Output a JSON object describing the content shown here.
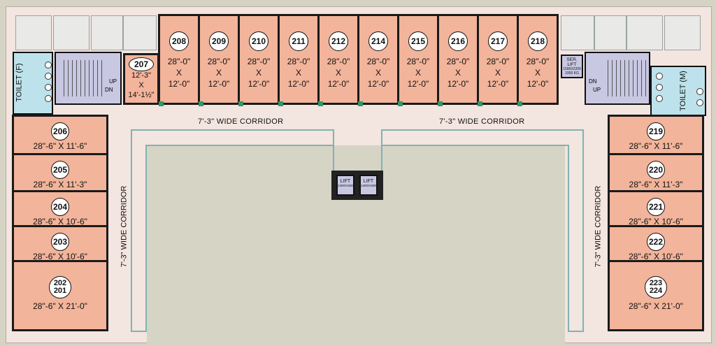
{
  "corridors": {
    "top_left": "7'-3\" WIDE CORRIDOR",
    "top_right": "7'-3\" WIDE CORRIDOR",
    "left": "7'-3\" WIDE CORRIDOR",
    "right": "7'-3\" WIDE CORRIDOR"
  },
  "top_rooms": [
    {
      "num": "208",
      "w": "28\"-0\"",
      "x": "X",
      "h": "12'-0\""
    },
    {
      "num": "209",
      "w": "28\"-0\"",
      "x": "X",
      "h": "12'-0\""
    },
    {
      "num": "210",
      "w": "28\"-0\"",
      "x": "X",
      "h": "12'-0\""
    },
    {
      "num": "211",
      "w": "28\"-0\"",
      "x": "X",
      "h": "12'-0\""
    },
    {
      "num": "212",
      "w": "28\"-0\"",
      "x": "X",
      "h": "12'-0\""
    },
    {
      "num": "214",
      "w": "28\"-0\"",
      "x": "X",
      "h": "12'-0\""
    },
    {
      "num": "215",
      "w": "28\"-0\"",
      "x": "X",
      "h": "12'-0\""
    },
    {
      "num": "216",
      "w": "28\"-0\"",
      "x": "X",
      "h": "12'-0\""
    },
    {
      "num": "217",
      "w": "28\"-0\"",
      "x": "X",
      "h": "12'-0\""
    },
    {
      "num": "218",
      "w": "28\"-0\"",
      "x": "X",
      "h": "12'-0\""
    }
  ],
  "room_207": {
    "num": "207",
    "w": "12'-3\"",
    "x": "X",
    "h": "14'-1½\""
  },
  "left_rooms": [
    {
      "num": "206",
      "dim": "28\"-6\" X 11'-6\""
    },
    {
      "num": "205",
      "dim": "28\"-6\" X 11'-3\""
    },
    {
      "num": "204",
      "dim": "28\"-6\" X 10'-6\""
    },
    {
      "num": "203",
      "dim": "28\"-6\" X 10'-6\""
    },
    {
      "num": "202",
      "num2": "201",
      "dim": "28\"-6\" X 21'-0\""
    }
  ],
  "right_rooms": [
    {
      "num": "219",
      "dim": "28\"-6\" X 11'-6\""
    },
    {
      "num": "220",
      "dim": "28\"-6\" X 11'-3\""
    },
    {
      "num": "221",
      "dim": "28\"-6\" X 10'-6\""
    },
    {
      "num": "222",
      "dim": "28\"-6\" X 10'-6\""
    },
    {
      "num": "223",
      "num2": "224",
      "dim": "28\"-6\" X 21'-0\""
    }
  ],
  "toilets": {
    "left": "TOILET (F)",
    "right": "TOILET (M)"
  },
  "stairs": {
    "up": "UP",
    "dn": "DN"
  },
  "service_lift": {
    "label": "SER. LIFT",
    "cap1": "1500X2200",
    "cap2": "1000 KG"
  },
  "lifts": [
    {
      "label": "LIFT",
      "cap": "1400X1500"
    },
    {
      "label": "LIFT",
      "cap": "1400X1500"
    }
  ]
}
